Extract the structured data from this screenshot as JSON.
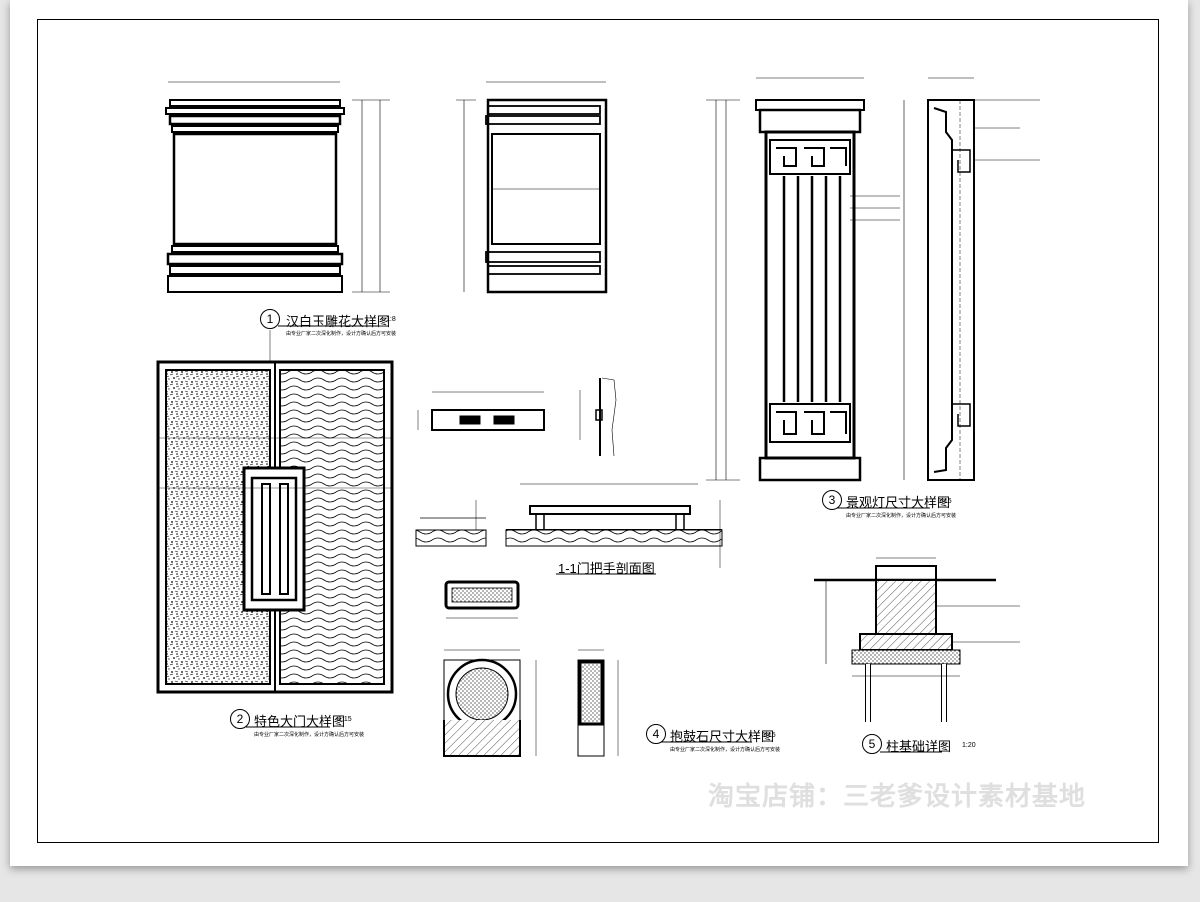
{
  "details": [
    {
      "number": "1",
      "title": "汉白玉雕花大样图",
      "scale": "1:8",
      "note": "由专业厂家二次深化制作，设计方确认后方可安装"
    },
    {
      "number": "2",
      "title": "特色大门大样图",
      "scale": "1:15",
      "note": "由专业厂家二次深化制作，设计方确认后方可安装"
    },
    {
      "number": "3",
      "title": "景观灯尺寸大样图",
      "scale": "1:15",
      "note": "由专业厂家二次深化制作，设计方确认后方可安装"
    },
    {
      "number": "4",
      "title": "抱鼓石尺寸大样图",
      "scale": "1:15",
      "note": "由专业厂家二次深化制作，设计方确认后方可安装"
    },
    {
      "number": "5",
      "title": "柱基础详图",
      "scale": "1:20"
    }
  ],
  "section_title": "1-1门把手剖面图",
  "watermark": "淘宝店铺：三老爹设计素材基地",
  "colors": {
    "line": "#000000",
    "background": "#ffffff",
    "paper_shadow": "#e6e6e6"
  }
}
